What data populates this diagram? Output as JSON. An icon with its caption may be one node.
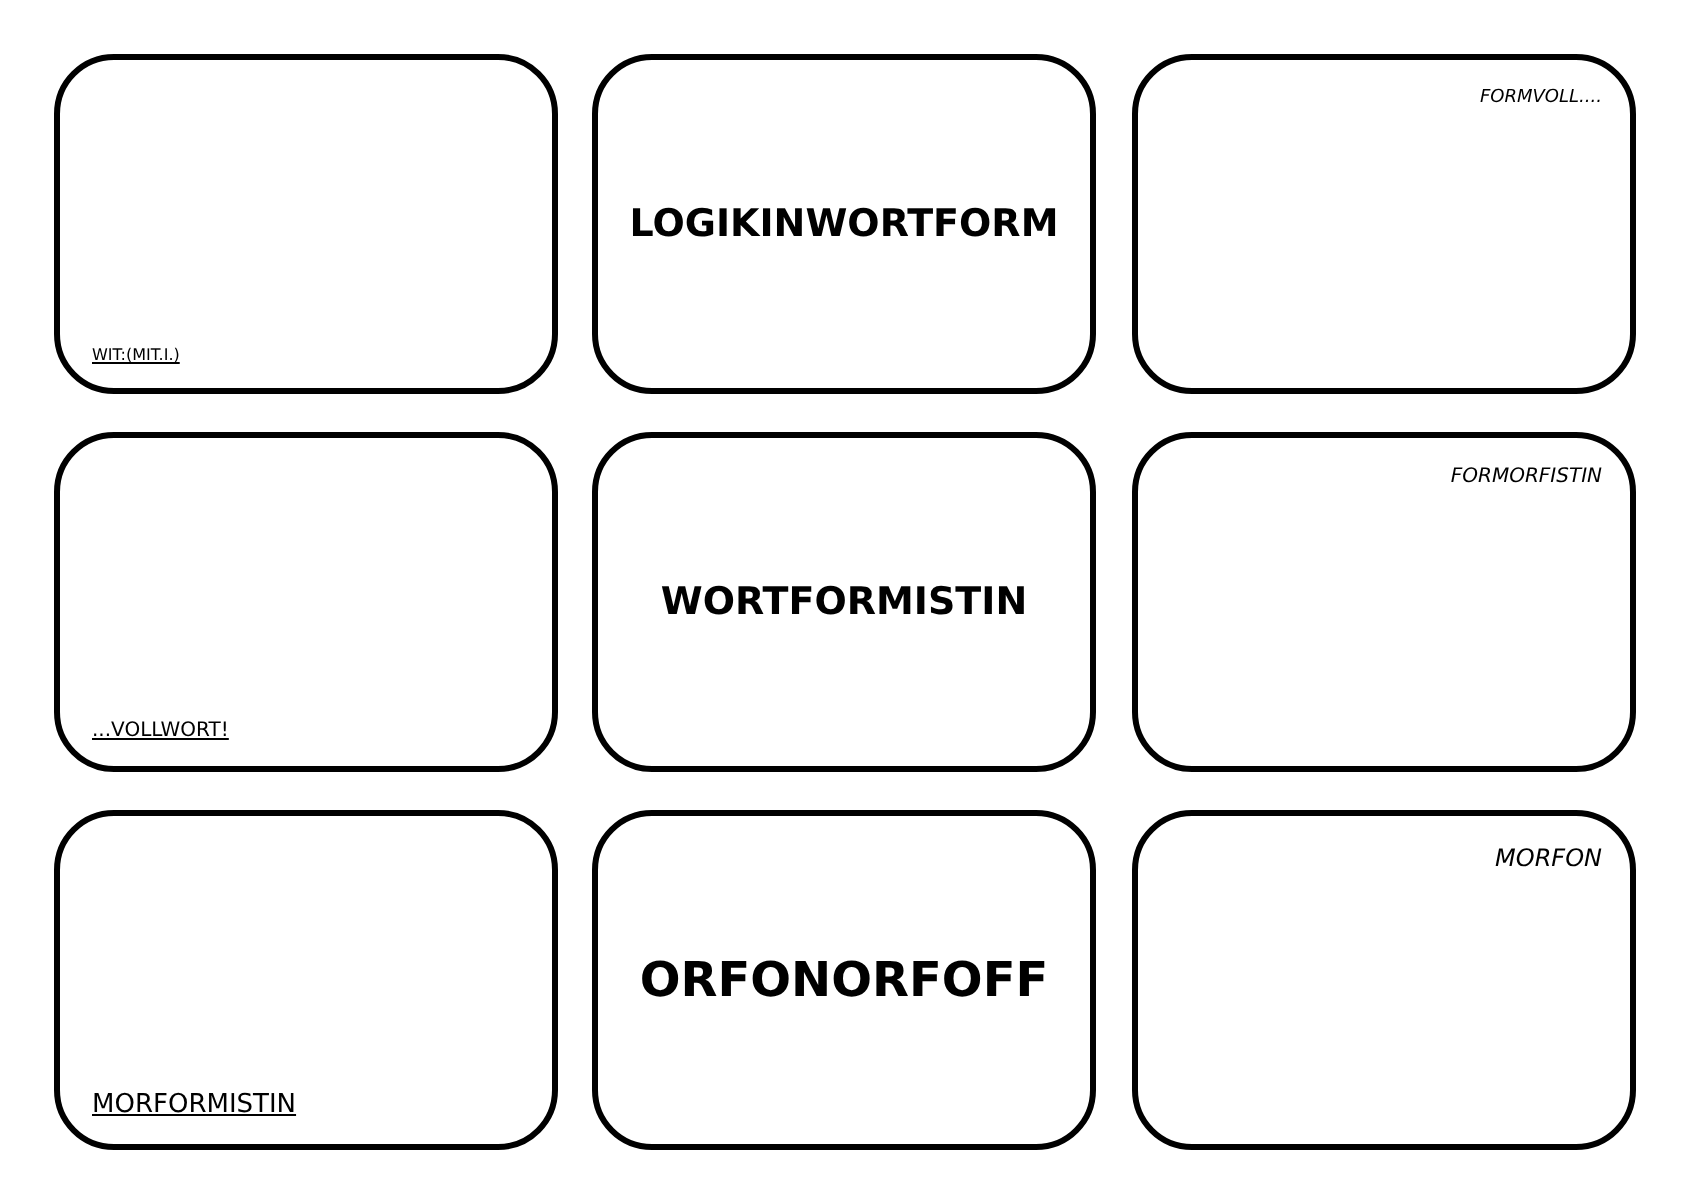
{
  "diagram": {
    "nodes": [
      {
        "text": [
          "WIT:(MIT.I.)"
        ]
      },
      {
        "text": [
          "LOGIKINWORTFORM"
        ]
      },
      {
        "text": [
          "FORMVOLL...."
        ]
      },
      {
        "text": [
          "...VOLLWORT!"
        ]
      },
      {
        "text": [
          "WORTFORMISTIN"
        ]
      },
      {
        "text": [
          "FORMORFISTIN"
        ]
      },
      {
        "text": [
          "MORFORMISTIN"
        ]
      },
      {
        "text": [
          "ORFONORFOFF"
        ]
      },
      {
        "text": [
          "MORFON"
        ]
      }
    ]
  }
}
